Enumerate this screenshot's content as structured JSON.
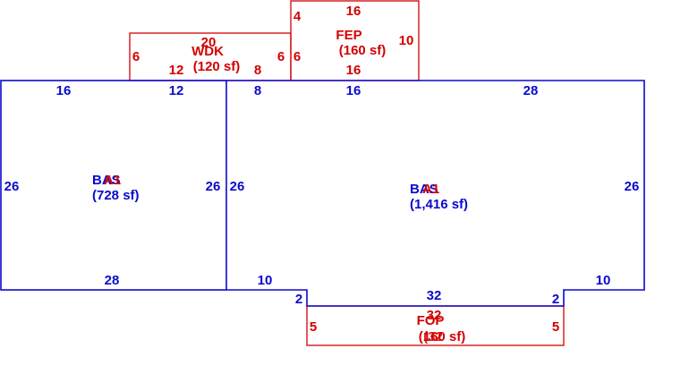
{
  "colors": {
    "blue": "#0a0acd",
    "red": "#d40000",
    "background": "#ffffff"
  },
  "areas": {
    "bas_left": {
      "code": "BAS",
      "overlay_code": "A1",
      "area": "(728 sf)"
    },
    "bas_right": {
      "code": "BAS",
      "overlay_code": "A1",
      "area": "(1,416 sf)"
    },
    "wdk": {
      "code": "WDK",
      "area": "(120 sf)"
    },
    "fep": {
      "code": "FEP",
      "area": "(160 sf)"
    },
    "fop": {
      "code": "FOP",
      "area": "(160 sf)",
      "overlay_area": "(32"
    }
  },
  "dimensions": {
    "bas_left": {
      "top_a": "16",
      "top_b": "12",
      "left": "26",
      "right": "26",
      "bottom": "28"
    },
    "bas_right": {
      "top_a": "8",
      "top_b": "16",
      "top_c": "28",
      "left": "26",
      "right": "26",
      "bottom_left": "10",
      "bottom_right": "10",
      "notch_left": "2",
      "notch_right": "2",
      "notch_bottom": "32"
    },
    "wdk": {
      "top": "20",
      "left": "6",
      "right": "6",
      "bottom_a": "12",
      "bottom_b": "8"
    },
    "fep": {
      "top": "16",
      "left_top": "4",
      "left": "6",
      "right": "10",
      "bottom": "16"
    },
    "fop": {
      "top": "32",
      "left": "5",
      "right": "5",
      "bottom": "32"
    }
  }
}
